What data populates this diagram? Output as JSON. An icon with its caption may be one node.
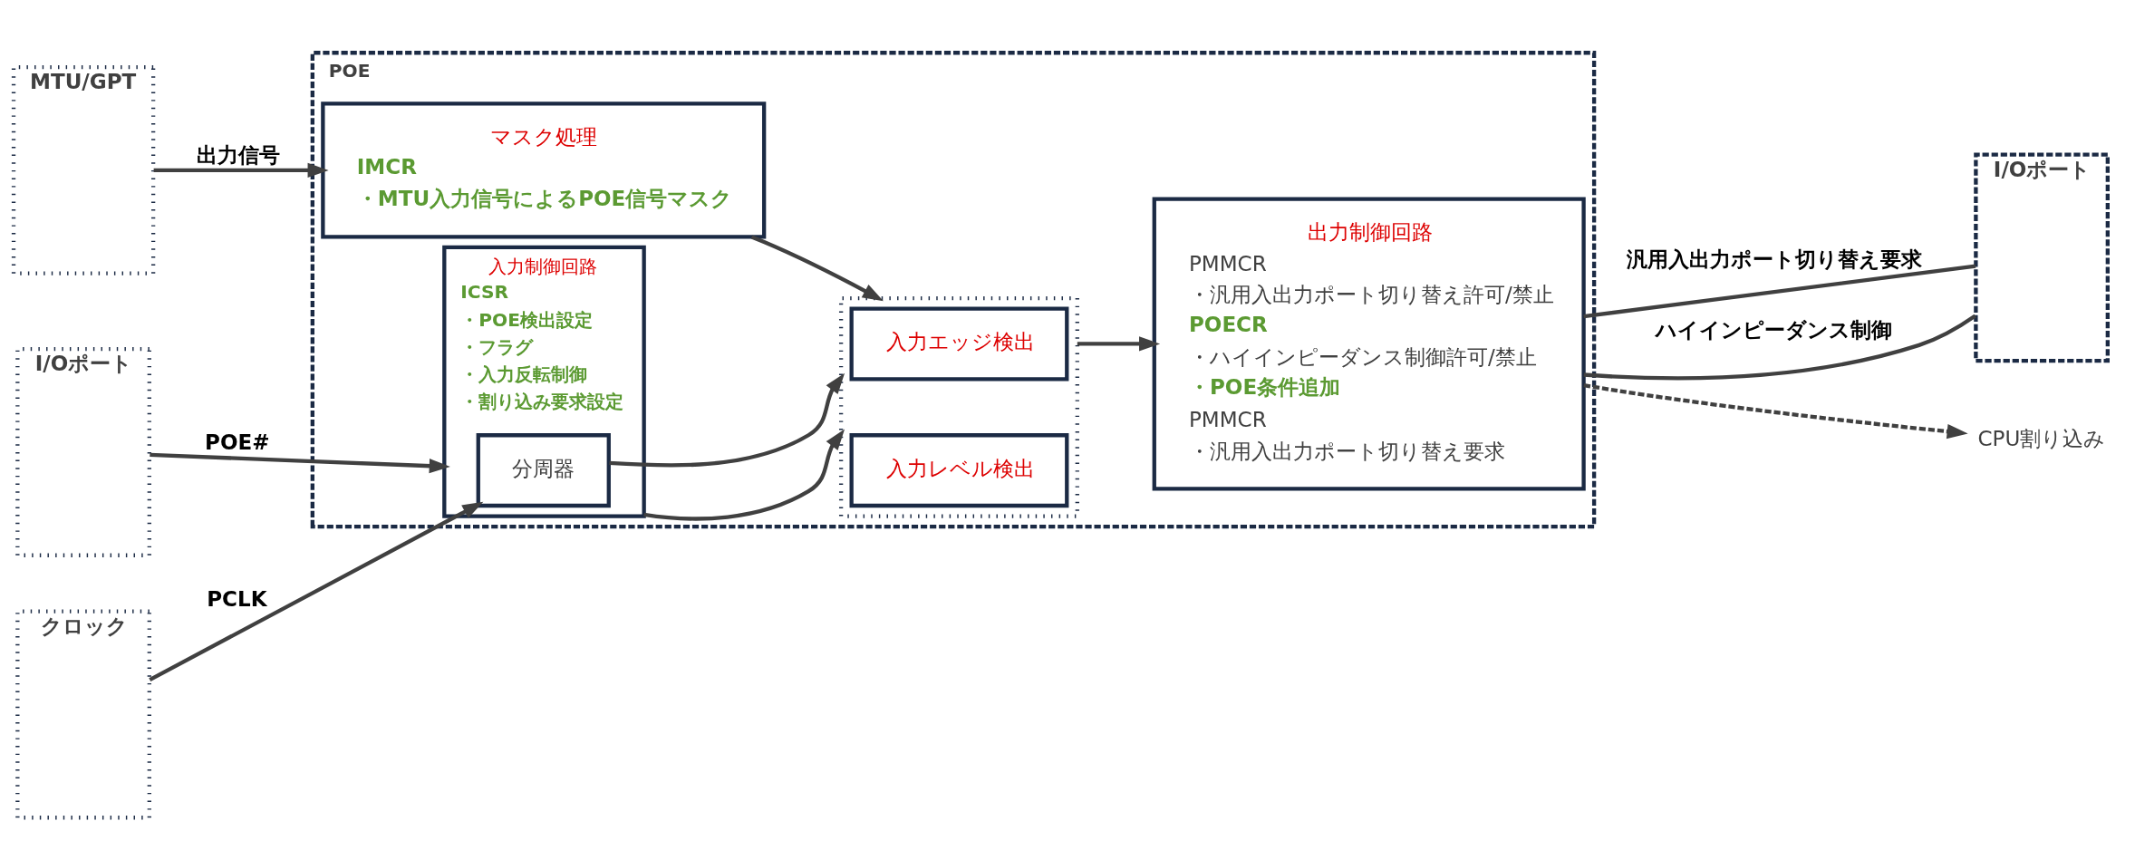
{
  "diagram": {
    "nodes": [
      {
        "text": [
          "POE"
        ]
      },
      {
        "text": [
          "MTU/GPT"
        ]
      },
      {
        "text": [
          "I/Oポート"
        ]
      },
      {
        "text": [
          "クロック"
        ]
      },
      {
        "text": [
          "マスク処理",
          "IMCR",
          "・MTU入力信号によるPOE信号マスク"
        ],
        "in": 0
      },
      {
        "text": [
          "入力制御回路",
          "ICSR",
          "・POE検出設定",
          "・フラグ",
          "・入力反転制御",
          "・割り込み要求設定"
        ],
        "in": 0
      },
      {
        "text": [
          "分周器"
        ],
        "in": 5
      },
      {
        "text": [],
        "shape": "box",
        "in": 0
      },
      {
        "text": [
          "入力エッジ検出"
        ],
        "in": 7
      },
      {
        "text": [
          "入力レベル検出"
        ],
        "in": 7
      },
      {
        "text": [
          "出力制御回路",
          "PMMCR",
          "・汎用入出力ポート切り替え許可/禁止",
          "POECR",
          "・ハイインピーダンス制御許可/禁止",
          "・POE条件追加",
          "PMMCR",
          "・汎用入出力ポート切り替え要求"
        ],
        "in": 0
      },
      {
        "text": [
          "I/Oポート"
        ]
      },
      {
        "text": [
          "CPU割り込み"
        ]
      }
    ],
    "edges": [
      {
        "from": 1,
        "to": 4,
        "arrow": "to",
        "label": "出力信号"
      },
      {
        "from": 2,
        "to": 5,
        "arrow": "to",
        "label": "POE#"
      },
      {
        "from": 3,
        "to": 6,
        "arrow": "to",
        "label": "PCLK"
      },
      {
        "from": 4,
        "to": 7,
        "arrow": "to"
      },
      {
        "from": 5,
        "to": 7,
        "arrow": "to"
      },
      {
        "from": 6,
        "to": 7,
        "arrow": "to"
      },
      {
        "from": 7,
        "to": 10,
        "arrow": "to"
      },
      {
        "from": 10,
        "to": 11,
        "arrow": "none",
        "label": "汎用入出力ポート切り替え要求"
      },
      {
        "from": 10,
        "to": 11,
        "arrow": "none",
        "label": "ハイインピーダンス制御"
      },
      {
        "from": 10,
        "to": 12,
        "arrow": "to",
        "style": "dashed"
      }
    ]
  }
}
